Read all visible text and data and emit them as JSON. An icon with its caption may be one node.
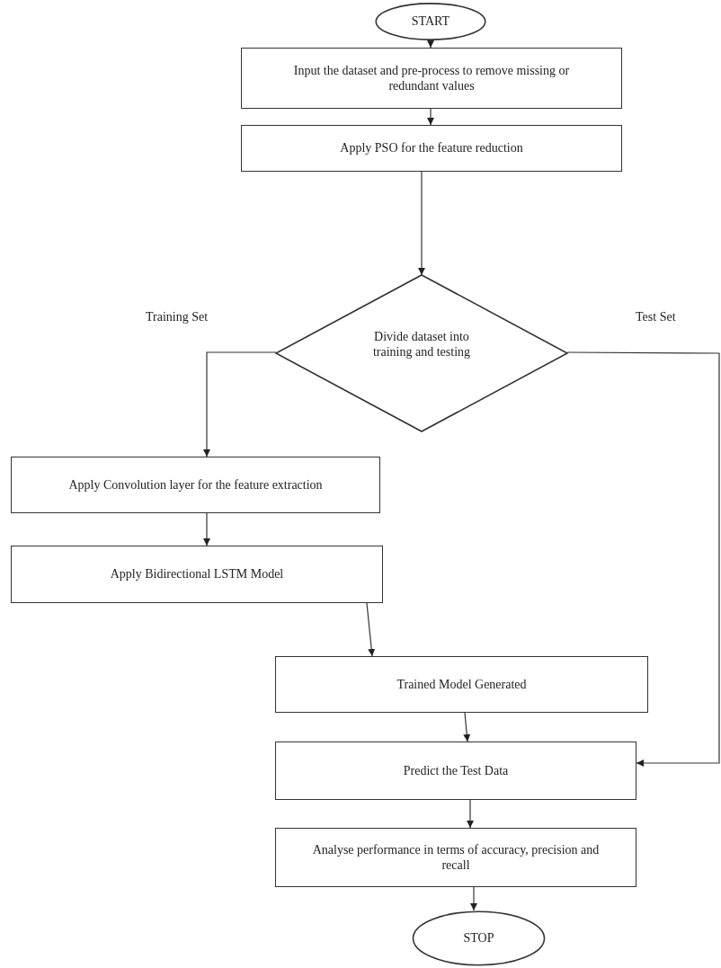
{
  "diagram": {
    "nodes": [
      {
        "text": [
          "START"
        ]
      },
      {
        "text": [
          "Input the dataset and pre-process to remove missing or redundant values"
        ]
      },
      {
        "text": [
          "Apply PSO for the feature reduction"
        ]
      },
      {
        "text": [
          "Divide dataset into training and testing"
        ]
      },
      {
        "text": [
          "Apply Convolution layer for the feature extraction"
        ]
      },
      {
        "text": [
          "Apply Bidirectional LSTM Model"
        ]
      },
      {
        "text": [
          "Trained Model Generated"
        ]
      },
      {
        "text": [
          "Predict the Test Data"
        ]
      },
      {
        "text": [
          "Analyse performance in terms of accuracy, precision and recall"
        ]
      },
      {
        "text": [
          "STOP"
        ]
      }
    ],
    "edges": [
      {
        "from": 0,
        "to": 1,
        "arrow": "to"
      },
      {
        "from": 1,
        "to": 2,
        "arrow": "to"
      },
      {
        "from": 2,
        "to": 3,
        "arrow": "to"
      },
      {
        "from": 3,
        "to": 4,
        "arrow": "to",
        "label": "Training Set"
      },
      {
        "from": 5,
        "to": 6,
        "arrow": "to"
      },
      {
        "from": 4,
        "to": 5,
        "arrow": "to"
      },
      {
        "from": 6,
        "to": 7,
        "arrow": "to"
      },
      {
        "from": 3,
        "to": 7,
        "arrow": "to",
        "label": "Test Set"
      },
      {
        "from": 7,
        "to": 8,
        "arrow": "to"
      },
      {
        "from": 8,
        "to": 9,
        "arrow": "to"
      }
    ]
  }
}
